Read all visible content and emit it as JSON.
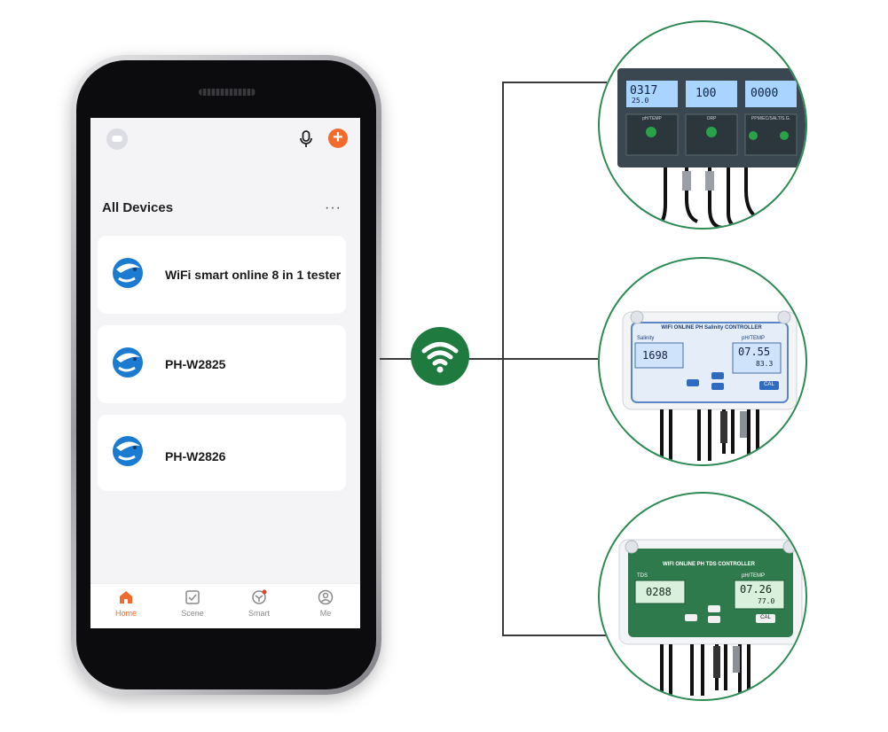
{
  "app": {
    "section_title": "All Devices",
    "more_label": "···",
    "devices": [
      {
        "name": "WiFi smart online 8 in 1 tester"
      },
      {
        "name": "PH-W2825"
      },
      {
        "name": "PH-W2826"
      }
    ],
    "tabs": [
      {
        "label": "Home",
        "icon": "home-icon",
        "active": true
      },
      {
        "label": "Scene",
        "icon": "scene-icon",
        "active": false
      },
      {
        "label": "Smart",
        "icon": "smart-icon",
        "active": false
      },
      {
        "label": "Me",
        "icon": "me-icon",
        "active": false
      }
    ],
    "accent_color": "#f26a2c"
  },
  "connection": {
    "icon": "wifi-icon",
    "color": "#1f7a40"
  },
  "products": [
    {
      "screens": [
        "0317",
        "100",
        "0000"
      ],
      "sub_reading": "25.0",
      "modules": [
        "pH/TEMP",
        "ORP",
        "PPM/EC/SALT/S.G."
      ]
    },
    {
      "title": "WIFI ONLINE PH Salinity CONTROLLER",
      "left_label": "Salinity",
      "right_label": "pH/TEMP",
      "left_value": "1698",
      "right_value": "07.55",
      "right_sub": "83.3",
      "cal_label": "CAL"
    },
    {
      "title": "WIFI ONLINE PH TDS CONTROLLER",
      "left_label": "TDS",
      "right_label": "pH/TEMP",
      "left_value": "0288",
      "right_value": "07.26",
      "right_sub": "77.0",
      "cal_label": "CAL"
    }
  ]
}
